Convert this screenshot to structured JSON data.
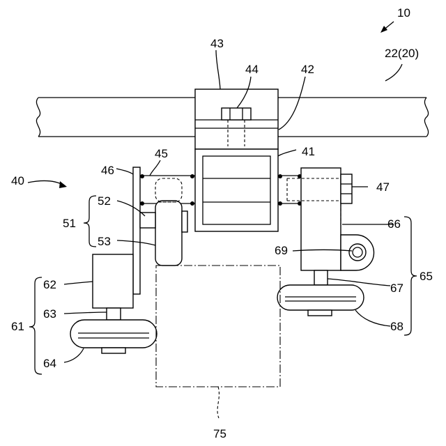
{
  "labels": {
    "l10": "10",
    "l22": "22(20)",
    "l40": "40",
    "l41": "41",
    "l42": "42",
    "l43": "43",
    "l44": "44",
    "l45": "45",
    "l46": "46",
    "l47": "47",
    "l51": "51",
    "l52": "52",
    "l53": "53",
    "l61": "61",
    "l62": "62",
    "l63": "63",
    "l64": "64",
    "l65": "65",
    "l66": "66",
    "l67": "67",
    "l68": "68",
    "l69": "69",
    "l75": "75"
  }
}
